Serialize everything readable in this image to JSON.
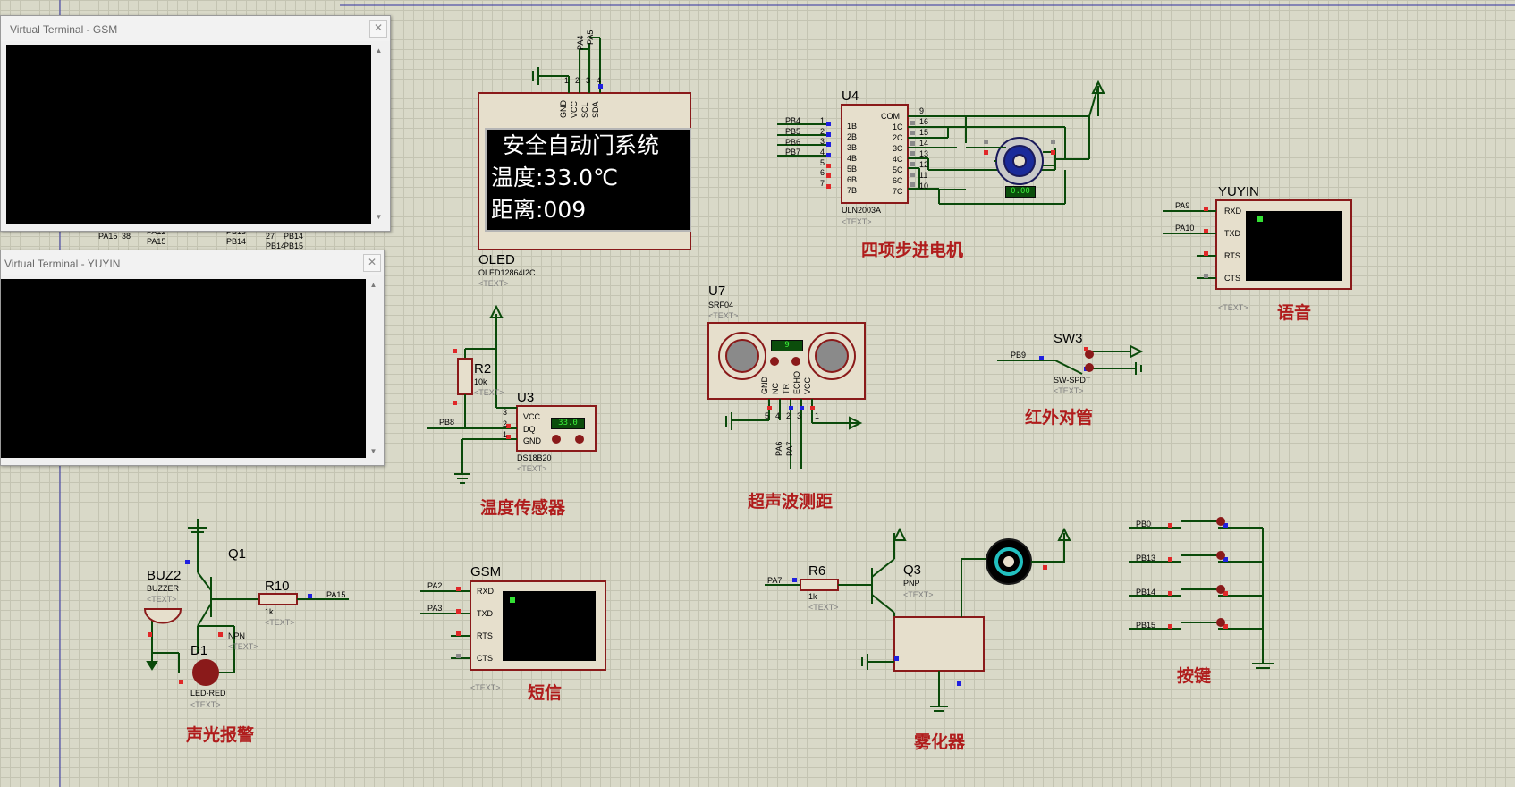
{
  "terminals": {
    "gsm": {
      "title": "Virtual Terminal - GSM"
    },
    "yuyin": {
      "title": "Virtual Terminal - YUYIN"
    }
  },
  "oled": {
    "line1": "安全自动门系统",
    "line2": "温度:33.0℃",
    "line3": "距离:009",
    "ref": "OLED",
    "model": "OLED12864I2C",
    "text": "<TEXT>",
    "pins": [
      "GND",
      "VCC",
      "SCL",
      "SDA"
    ],
    "pin_numbers": [
      "1",
      "2",
      "3",
      "4"
    ],
    "nets": [
      "PA4",
      "PA5"
    ]
  },
  "uln": {
    "ref": "U4",
    "model": "ULN2003A",
    "text": "<TEXT>",
    "inputs": [
      "1B",
      "2B",
      "3B",
      "4B",
      "5B",
      "6B",
      "7B"
    ],
    "input_pins": [
      "1",
      "2",
      "3",
      "4",
      "5",
      "6",
      "7"
    ],
    "outputs": [
      "COM",
      "1C",
      "2C",
      "3C",
      "4C",
      "5C",
      "6C",
      "7C"
    ],
    "output_pins": [
      "9",
      "16",
      "15",
      "14",
      "13",
      "12",
      "11",
      "10"
    ],
    "nets": [
      "PB4",
      "PB5",
      "PB6",
      "PB7"
    ],
    "motor_value": "0.00"
  },
  "yuyin": {
    "ref": "YUYIN",
    "pins": [
      "RXD",
      "TXD",
      "RTS",
      "CTS"
    ],
    "nets": [
      "PA9",
      "PA10"
    ],
    "text": "<TEXT>"
  },
  "ultrasonic": {
    "ref": "U7",
    "model": "SRF04",
    "text": "<TEXT>",
    "display": "9",
    "pins": [
      "GND",
      "NC",
      "TR",
      "ECHO",
      "VCC"
    ],
    "pin_numbers": [
      "5",
      "4",
      "2",
      "3",
      "1"
    ],
    "nets": [
      "PA6",
      "PA7"
    ]
  },
  "ds18b20": {
    "ref": "U3",
    "model": "DS18B20",
    "text": "<TEXT>",
    "display": "33.0",
    "pins": [
      "VCC",
      "DQ",
      "GND"
    ],
    "pin_numbers": [
      "3",
      "2",
      "1"
    ],
    "net": "PB8"
  },
  "r2": {
    "ref": "R2",
    "value": "10k",
    "text": "<TEXT>"
  },
  "sw3": {
    "ref": "SW3",
    "model": "SW-SPDT",
    "text": "<TEXT>",
    "net": "PB9"
  },
  "gsm": {
    "ref": "GSM",
    "pins": [
      "RXD",
      "TXD",
      "RTS",
      "CTS"
    ],
    "nets": [
      "PA2",
      "PA3"
    ],
    "text": "<TEXT>"
  },
  "alarm": {
    "buzzer_ref": "BUZ2",
    "buzzer_model": "BUZZER",
    "q1_ref": "Q1",
    "q1_type": "NPN",
    "r10_ref": "R10",
    "r10_value": "1k",
    "d1_ref": "D1",
    "d1_model": "LED-RED",
    "net": "PA15",
    "text": "<TEXT>"
  },
  "atomizer": {
    "q3_ref": "Q3",
    "q3_type": "PNP",
    "r6_ref": "R6",
    "r6_value": "1k",
    "net": "PA7",
    "text": "<TEXT>"
  },
  "buttons": {
    "nets": [
      "PB0",
      "PB13",
      "PB14",
      "PB15"
    ]
  },
  "hidden_labels": {
    "a": "PA15",
    "b": "38",
    "c": "PA12",
    "d": "PA15",
    "e": "PB13",
    "f": "PB14",
    "g": "27",
    "h": "PB14",
    "i": "PB14",
    "j": "PB15"
  },
  "captions": {
    "stepper": "四项步进电机",
    "voice": "语音",
    "infrared": "红外对管",
    "ultrasonic": "超声波测距",
    "temp": "温度传感器",
    "sms": "短信",
    "alarm": "声光报警",
    "atomizer": "雾化器",
    "keys": "按键"
  },
  "colors": {
    "wire": "#0a4a0a",
    "part_border": "#8a1a1a",
    "part_fill": "#e6dfcc",
    "caption": "#b01c1c",
    "pin_red": "#e02828",
    "pin_blue": "#2020e0",
    "pin_gray": "#8a8a8a"
  }
}
